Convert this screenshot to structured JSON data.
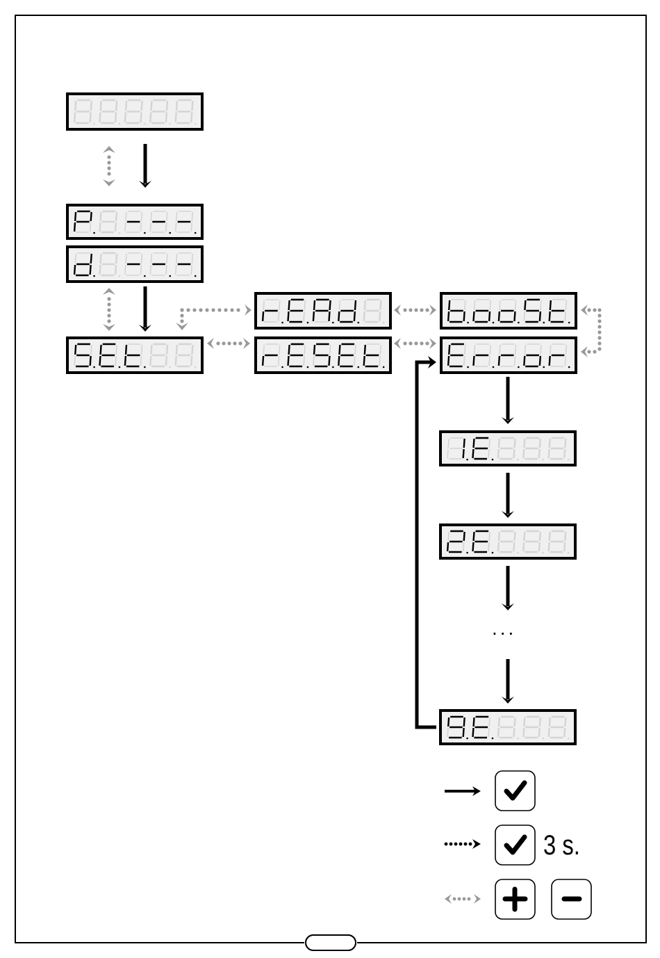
{
  "colors": {
    "border": "#000000",
    "lcd_bg": "#f0f0f0",
    "seg_on": "#000000",
    "seg_off": "#d4d4d4",
    "dotted": "#999999"
  },
  "displays": [
    {
      "name": "display-blank",
      "digits": [
        "8",
        "8",
        "8",
        "8",
        "8"
      ],
      "on": [
        false,
        false,
        false,
        false,
        false
      ]
    },
    {
      "name": "display-p",
      "digits": [
        "P",
        "8",
        "-",
        "-",
        "-"
      ],
      "on": [
        true,
        false,
        true,
        true,
        true
      ]
    },
    {
      "name": "display-d",
      "digits": [
        "d",
        "8",
        "-",
        "-",
        "-"
      ],
      "on": [
        true,
        false,
        true,
        true,
        true
      ]
    },
    {
      "name": "display-set",
      "digits": [
        "S",
        "E",
        "t",
        "8",
        "8"
      ],
      "on": [
        true,
        true,
        true,
        false,
        false
      ]
    },
    {
      "name": "display-read",
      "digits": [
        "r",
        "E",
        "A",
        "d",
        "8"
      ],
      "on": [
        true,
        true,
        true,
        true,
        false
      ]
    },
    {
      "name": "display-reset",
      "digits": [
        "r",
        "E",
        "S",
        "E",
        "t"
      ],
      "on": [
        true,
        true,
        true,
        true,
        true
      ]
    },
    {
      "name": "display-boost",
      "digits": [
        "b",
        "o",
        "o",
        "S",
        "t"
      ],
      "on": [
        true,
        true,
        true,
        true,
        true
      ]
    },
    {
      "name": "display-error",
      "digits": [
        "E",
        "r",
        "r",
        "o",
        "r"
      ],
      "on": [
        true,
        true,
        true,
        true,
        true
      ]
    },
    {
      "name": "display-1e",
      "digits": [
        "1",
        "E",
        "8",
        "8",
        "8"
      ],
      "on": [
        true,
        true,
        false,
        false,
        false
      ]
    },
    {
      "name": "display-2e",
      "digits": [
        "2",
        "E",
        "8",
        "8",
        "8"
      ],
      "on": [
        true,
        true,
        false,
        false,
        false
      ]
    },
    {
      "name": "display-9e",
      "digits": [
        "9",
        "E",
        "8",
        "8",
        "8"
      ],
      "on": [
        true,
        true,
        false,
        false,
        false
      ]
    }
  ],
  "continuation": "...",
  "legend": {
    "hold_duration": "3 s.",
    "confirm_icon": "check-icon",
    "plus_icon": "plus-icon",
    "minus_icon": "minus-icon"
  }
}
